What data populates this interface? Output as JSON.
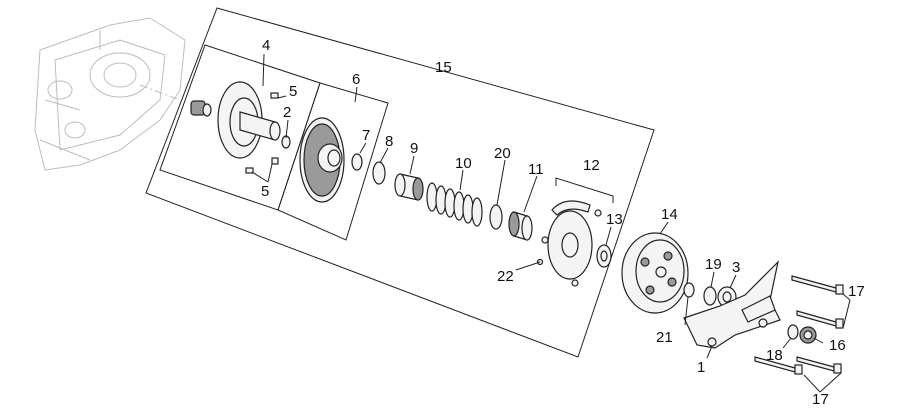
{
  "callouts": {
    "n1": "1",
    "n2": "2",
    "n3": "3",
    "n4": "4",
    "n5a": "5",
    "n5b": "5",
    "n6": "6",
    "n7": "7",
    "n8": "8",
    "n9": "9",
    "n10": "10",
    "n11": "11",
    "n12": "12",
    "n13": "13",
    "n14": "14",
    "n15": "15",
    "n16": "16",
    "n17a": "17",
    "n17b": "17",
    "n18": "18",
    "n19": "19",
    "n20": "20",
    "n21": "21",
    "n22": "22"
  }
}
